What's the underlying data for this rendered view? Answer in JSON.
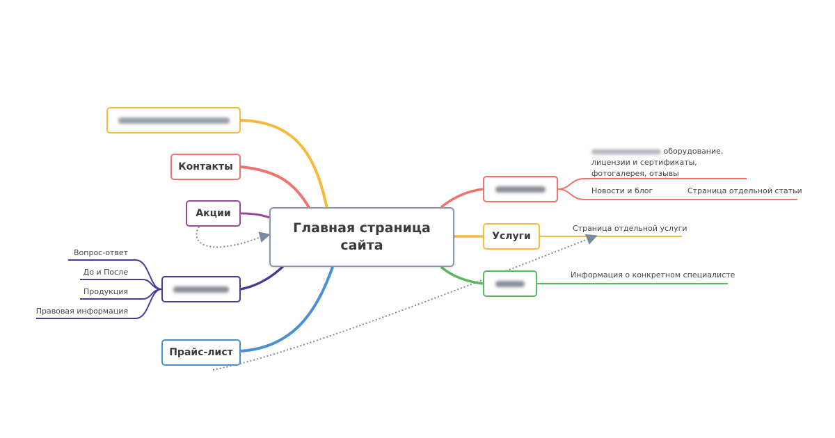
{
  "central": {
    "line1": "Главная страница",
    "line2": "сайта"
  },
  "left_nodes": {
    "blurred_top": {
      "label": "",
      "color": "#f6b93b"
    },
    "contacts": {
      "label": "Контакты",
      "color": "#f1726c"
    },
    "promo": {
      "label": "Акции",
      "color": "#9b4a97"
    },
    "blurred_purple": {
      "label": "",
      "color": "#4a3a96",
      "leaves": [
        "Вопрос-ответ",
        "До и После",
        "Продукция",
        "Правовая информация"
      ]
    },
    "pricelist": {
      "label": "Прайс-лист",
      "color": "#4a8fd4"
    }
  },
  "right_nodes": {
    "blurred_red": {
      "label": "",
      "color": "#f1726c",
      "leaf_top_text": "оборудование, лицензии и сертификаты, фотогалерея, отзывы",
      "leaf_news": "Новости и блог",
      "leaf_article": "Страница отдельной статьи"
    },
    "services": {
      "label": "Услуги",
      "color": "#f6b93b",
      "leaf": "Страница отдельной услуги"
    },
    "blurred_green": {
      "label": "",
      "color": "#5cb85c",
      "leaf": "Информация о конкретном специалисте"
    }
  },
  "link_color": "#7b8aa0"
}
